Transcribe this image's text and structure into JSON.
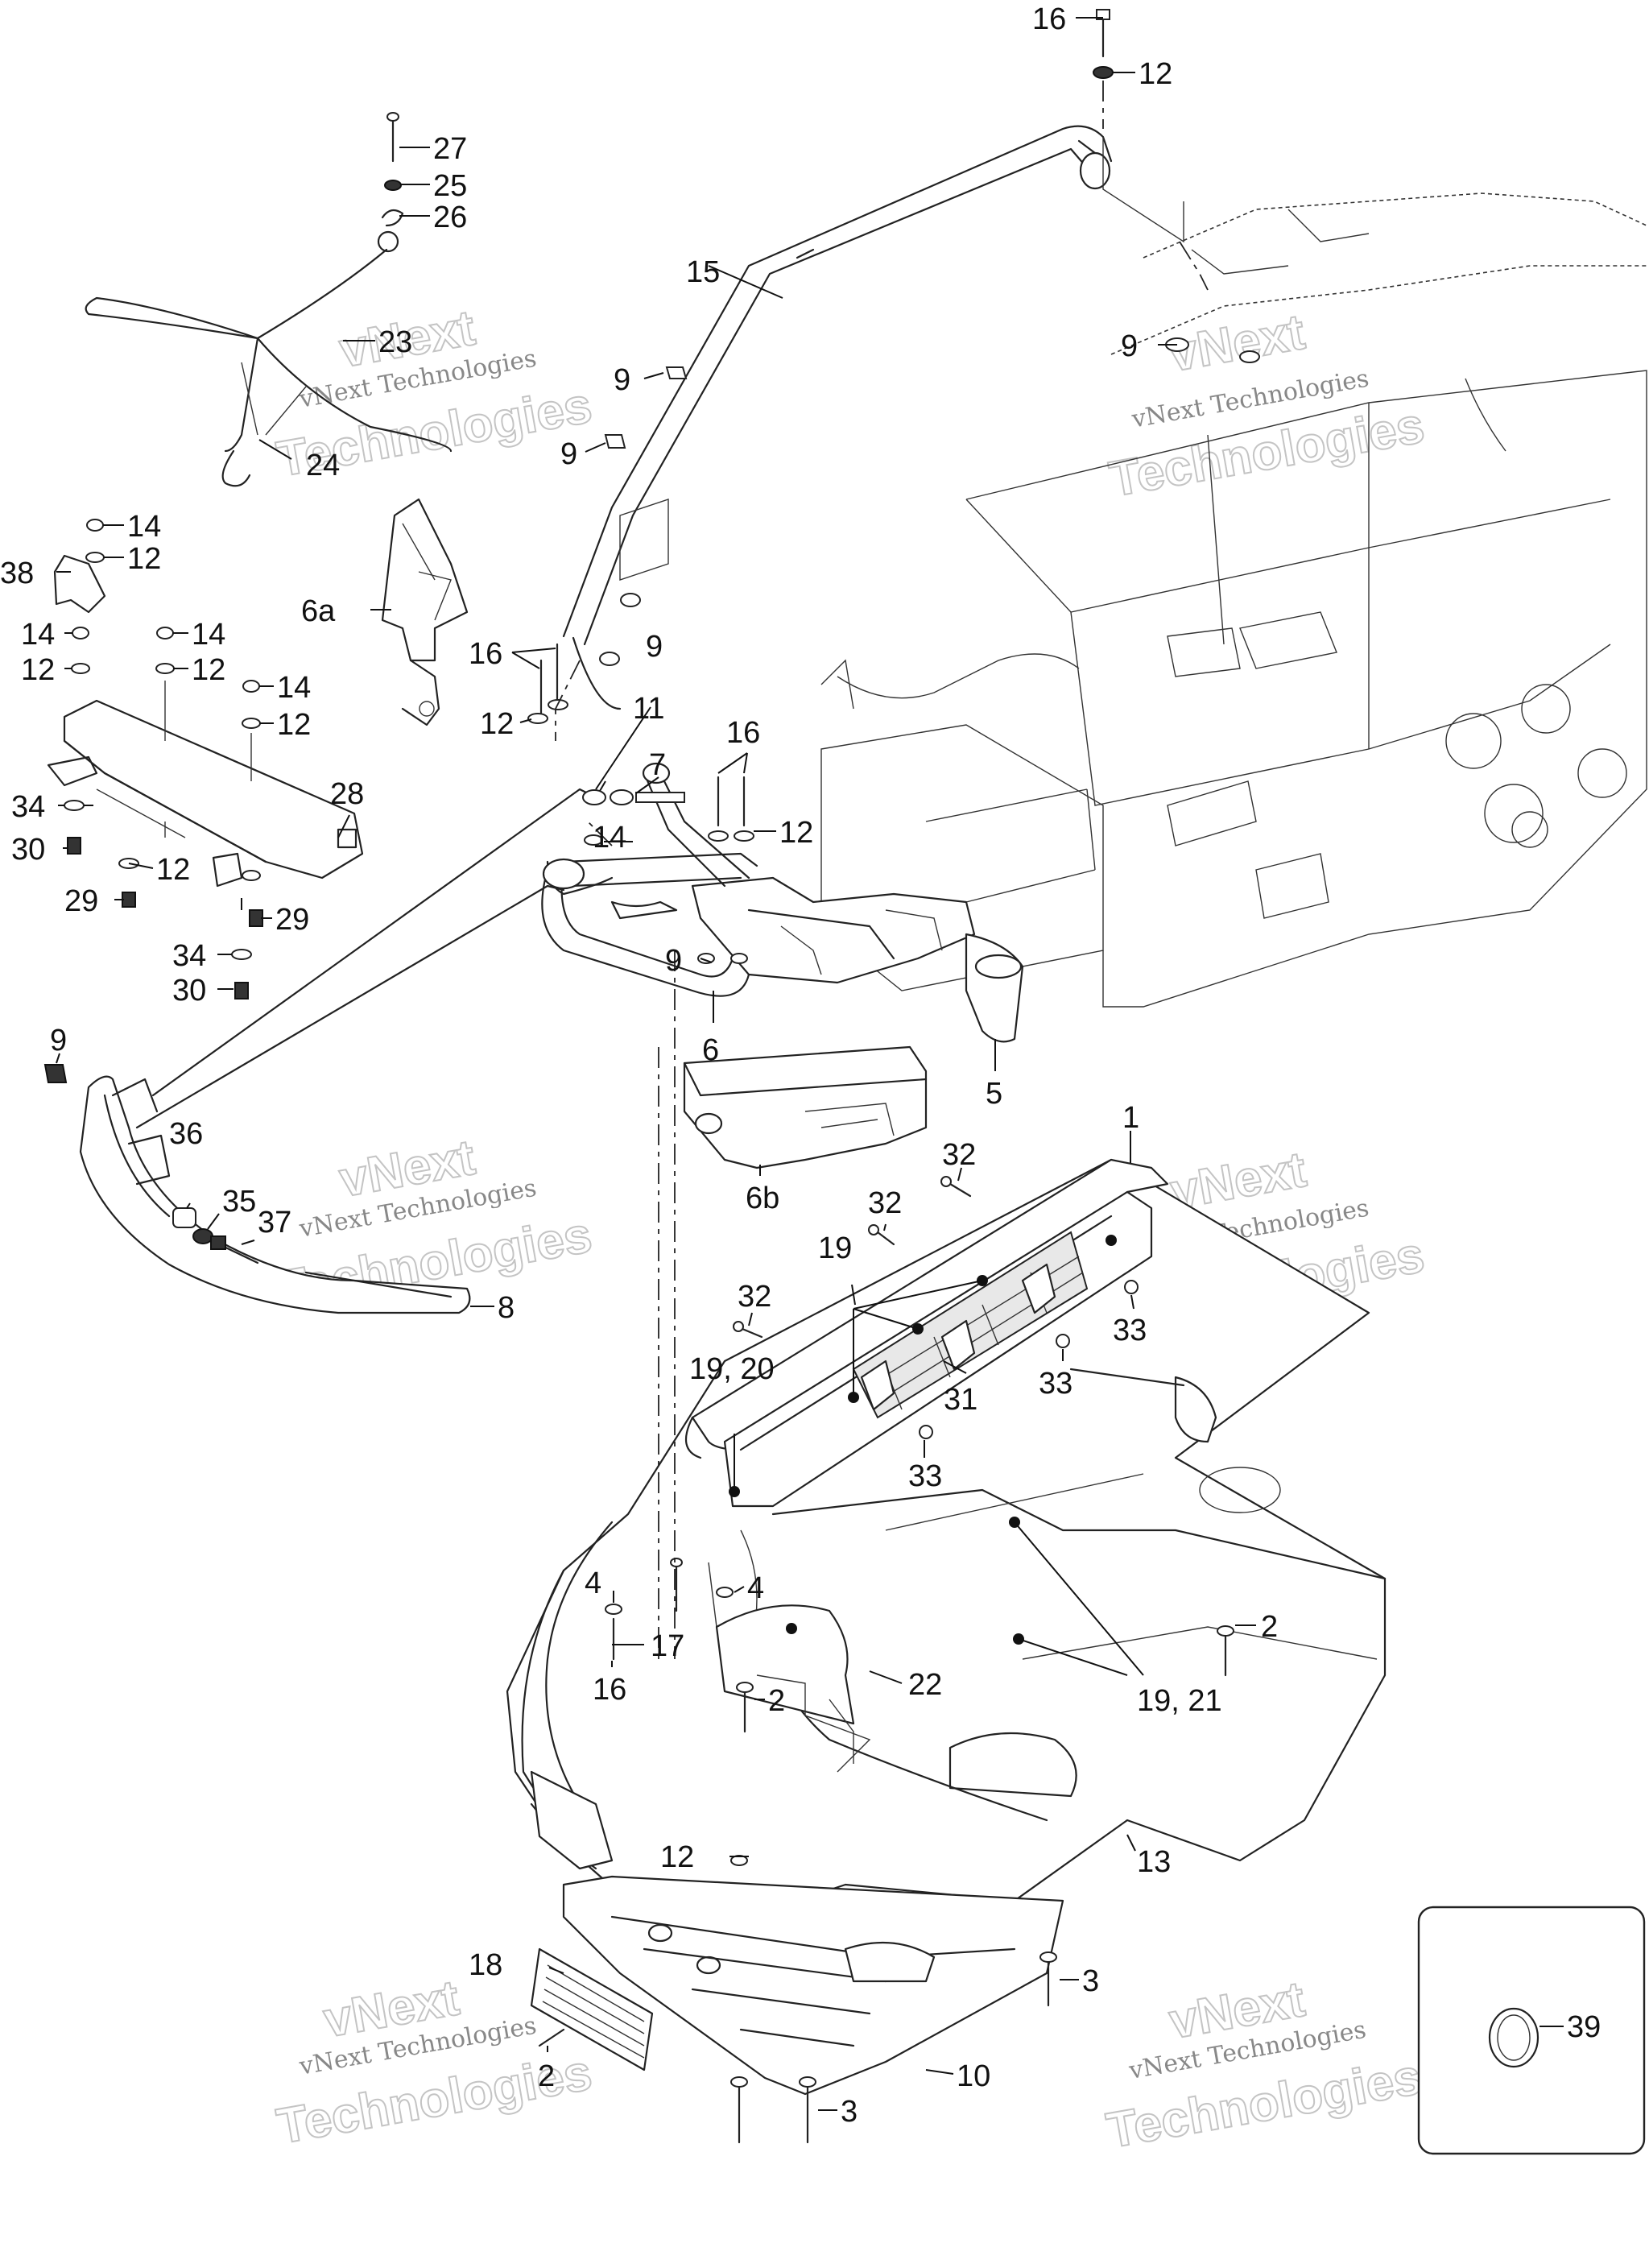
{
  "callouts": [
    {
      "id": "c16-top",
      "text": "16"
    },
    {
      "id": "c12-top",
      "text": "12"
    },
    {
      "id": "c27",
      "text": "27"
    },
    {
      "id": "c25",
      "text": "25"
    },
    {
      "id": "c26",
      "text": "26"
    },
    {
      "id": "c15",
      "text": "15"
    },
    {
      "id": "c23",
      "text": "23"
    },
    {
      "id": "c24",
      "text": "24"
    },
    {
      "id": "c9-a",
      "text": "9"
    },
    {
      "id": "c9-b",
      "text": "9"
    },
    {
      "id": "c9-frame",
      "text": "9"
    },
    {
      "id": "c14-a",
      "text": "14"
    },
    {
      "id": "c12-a",
      "text": "12"
    },
    {
      "id": "c38",
      "text": "38"
    },
    {
      "id": "c6a",
      "text": "6a"
    },
    {
      "id": "c14-b",
      "text": "14"
    },
    {
      "id": "c12-b",
      "text": "12"
    },
    {
      "id": "c14-c",
      "text": "14"
    },
    {
      "id": "c12-c",
      "text": "12"
    },
    {
      "id": "c16-mid",
      "text": "16"
    },
    {
      "id": "c9-c",
      "text": "9"
    },
    {
      "id": "c14-d",
      "text": "14"
    },
    {
      "id": "c12-d",
      "text": "12"
    },
    {
      "id": "c12-e",
      "text": "12"
    },
    {
      "id": "c11",
      "text": "11"
    },
    {
      "id": "c16-r",
      "text": "16"
    },
    {
      "id": "c12-f",
      "text": "12"
    },
    {
      "id": "c7",
      "text": "7"
    },
    {
      "id": "c28",
      "text": "28"
    },
    {
      "id": "c34-a",
      "text": "34"
    },
    {
      "id": "c30-a",
      "text": "30"
    },
    {
      "id": "c12-g",
      "text": "12"
    },
    {
      "id": "c14-e",
      "text": "14"
    },
    {
      "id": "c29-a",
      "text": "29"
    },
    {
      "id": "c29-b",
      "text": "29"
    },
    {
      "id": "c34-b",
      "text": "34"
    },
    {
      "id": "c30-b",
      "text": "30"
    },
    {
      "id": "c9-d",
      "text": "9"
    },
    {
      "id": "c6",
      "text": "6"
    },
    {
      "id": "c5",
      "text": "5"
    },
    {
      "id": "c9-e",
      "text": "9"
    },
    {
      "id": "c36",
      "text": "36"
    },
    {
      "id": "c35",
      "text": "35"
    },
    {
      "id": "c37",
      "text": "37"
    },
    {
      "id": "c8",
      "text": "8"
    },
    {
      "id": "c6b",
      "text": "6b"
    },
    {
      "id": "c1",
      "text": "1"
    },
    {
      "id": "c32-a",
      "text": "32"
    },
    {
      "id": "c32-b",
      "text": "32"
    },
    {
      "id": "c19",
      "text": "19"
    },
    {
      "id": "c33-a",
      "text": "33"
    },
    {
      "id": "c32-c",
      "text": "32"
    },
    {
      "id": "c19-20",
      "text": "19, 20"
    },
    {
      "id": "c33-b",
      "text": "33"
    },
    {
      "id": "c31",
      "text": "31"
    },
    {
      "id": "c33-c",
      "text": "33"
    },
    {
      "id": "c4-a",
      "text": "4"
    },
    {
      "id": "c4-b",
      "text": "4"
    },
    {
      "id": "c17",
      "text": "17"
    },
    {
      "id": "c16-low",
      "text": "16"
    },
    {
      "id": "c2-a",
      "text": "2"
    },
    {
      "id": "c22",
      "text": "22"
    },
    {
      "id": "c2-b",
      "text": "2"
    },
    {
      "id": "c19-21",
      "text": "19, 21"
    },
    {
      "id": "c12-low",
      "text": "12"
    },
    {
      "id": "c13",
      "text": "13"
    },
    {
      "id": "c18",
      "text": "18"
    },
    {
      "id": "c3-a",
      "text": "3"
    },
    {
      "id": "c2-c",
      "text": "2"
    },
    {
      "id": "c10",
      "text": "10"
    },
    {
      "id": "c3-b",
      "text": "3"
    },
    {
      "id": "c39",
      "text": "39"
    }
  ],
  "watermarks": [
    {
      "brand": "vNext",
      "line": "vNext Technologies",
      "big": "Technologies"
    },
    {
      "brand": "vNext",
      "line": "vNext Technologies",
      "big": "Technologies"
    },
    {
      "brand": "vNext",
      "line": "vNext Technologies",
      "big": "Technologies"
    },
    {
      "brand": "vNext",
      "line": "vNext Technologies",
      "big": "Technologies"
    },
    {
      "brand": "vNext",
      "line": "vNext Technologies",
      "big": "Technologies"
    },
    {
      "brand": "vNext",
      "line": "vNext Technologies",
      "big": "Technologies"
    }
  ]
}
